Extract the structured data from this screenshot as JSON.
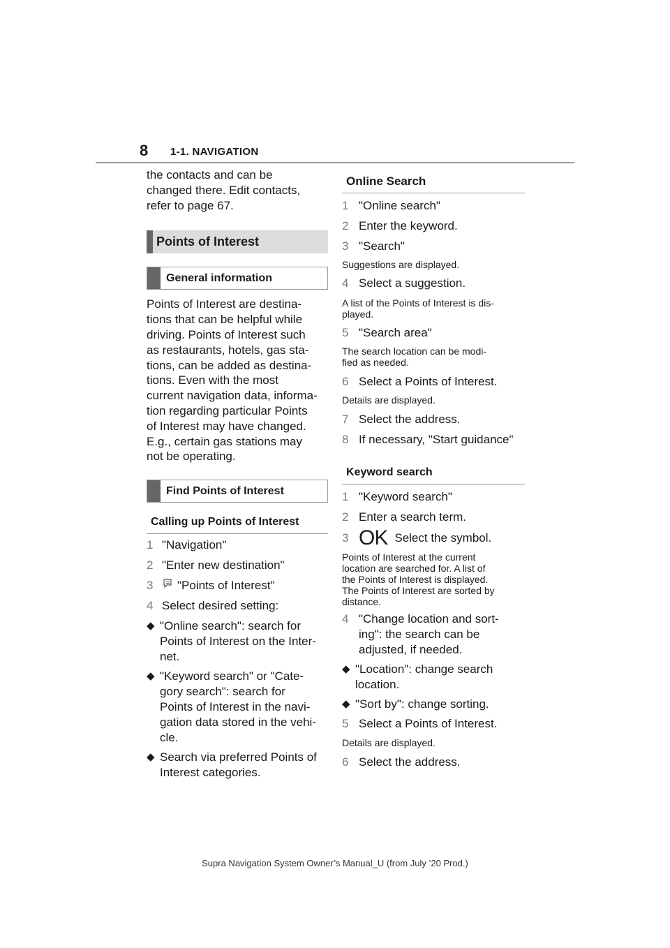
{
  "header": {
    "page_number": "8",
    "section": "1-1. NAVIGATION"
  },
  "left": {
    "intro": [
      "the contacts and can be",
      "changed there. Edit contacts,",
      "refer to page 67."
    ],
    "h_poi": "Points of Interest",
    "h_general": "General information",
    "general_text": [
      "Points of Interest are destina-",
      "tions that can be helpful while",
      "driving. Points of Interest such",
      "as restaurants, hotels, gas sta-",
      "tions, can be added as destina-",
      "tions. Even with the most",
      "current navigation data, informa-",
      "tion regarding particular Points",
      "of Interest may have changed.",
      "E.g., certain gas stations may",
      "not be operating."
    ],
    "h_find": "Find Points of Interest",
    "h_calling": "Calling up Points of Interest",
    "steps": [
      {
        "num": "1",
        "text": "\"Navigation\""
      },
      {
        "num": "2",
        "text": "\"Enter new destination\""
      },
      {
        "num": "3",
        "text": "\"Points of Interest\""
      },
      {
        "num": "4",
        "text": "Select desired setting:"
      }
    ],
    "bullets": [
      [
        "\"Online search\": search for",
        "Points of Interest on the Inter-",
        "net."
      ],
      [
        "\"Keyword search\" or \"Cate-",
        "gory search\": search for",
        "Points of Interest in the navi-",
        "gation data stored in the vehi-",
        "cle."
      ],
      [
        "Search via preferred Points of",
        "Interest categories."
      ]
    ],
    "step3_icon": "map-pin-list-icon"
  },
  "right": {
    "h_online": "Online Search",
    "online_steps": [
      {
        "num": "1",
        "text": "\"Online search\""
      },
      {
        "num": "2",
        "text": "Enter the keyword."
      },
      {
        "num": "3",
        "text": "\"Search\""
      }
    ],
    "note_suggestions": "Suggestions are displayed.",
    "step4": {
      "num": "4",
      "text": "Select a suggestion."
    },
    "note_list": [
      "A list of the Points of Interest is dis-",
      "played."
    ],
    "step5": {
      "num": "5",
      "text": "\"Search area\""
    },
    "note_area": [
      "The search location can be modi-",
      "fied as needed."
    ],
    "step6": {
      "num": "6",
      "text": "Select a Points of Interest."
    },
    "note_details1": "Details are displayed.",
    "step7": {
      "num": "7",
      "text": "Select the address."
    },
    "step8": {
      "num": "8",
      "text": "If necessary, \"Start guidance\""
    },
    "h_keyword": "Keyword search",
    "kw_steps": [
      {
        "num": "1",
        "text": "\"Keyword search\""
      },
      {
        "num": "2",
        "text": "Enter a search term."
      }
    ],
    "kw_step3": {
      "num": "3",
      "icon_text": "OK",
      "text": "Select the symbol."
    },
    "note_current": [
      "Points of Interest at the current",
      "location are searched for. A list of",
      "the Points of Interest is displayed.",
      "The Points of Interest are sorted by",
      "distance."
    ],
    "kw_step4": {
      "num": "4",
      "lines": [
        "\"Change location and sort-",
        "ing\": the search can be",
        "adjusted, if needed."
      ]
    },
    "kw_bullets": [
      [
        "\"Location\": change search",
        "location."
      ],
      [
        "\"Sort by\": change sorting."
      ]
    ],
    "kw_step5": {
      "num": "5",
      "text": "Select a Points of Interest."
    },
    "note_details2": "Details are displayed.",
    "kw_step6": {
      "num": "6",
      "text": "Select the address."
    }
  },
  "footer": "Supra Navigation System Owner’s Manual_U (from July ’20 Prod.)"
}
